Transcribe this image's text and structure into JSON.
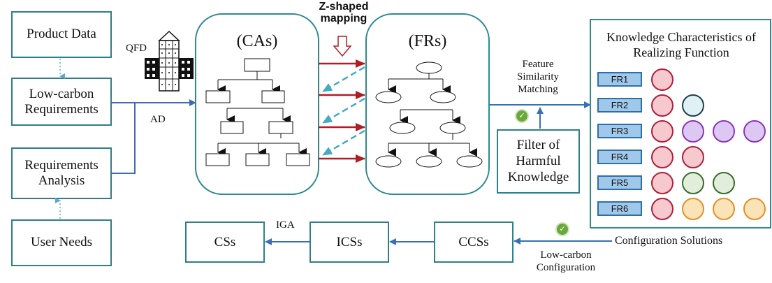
{
  "left_boxes": {
    "product_data": "Product Data",
    "low_carbon_req": [
      "Low-carbon",
      "Requirements"
    ],
    "req_analysis": [
      "Requirements",
      "Analysis"
    ],
    "user_needs": "User Needs"
  },
  "labels": {
    "qfd": "QFD",
    "ad": "AD",
    "z_mapping": [
      "Z-shaped",
      "mapping"
    ],
    "cas": "(CAs)",
    "frs": "(FRs)",
    "feature_matching": [
      "Feature",
      "Similarity",
      "Matching"
    ],
    "filter": [
      "Filter of",
      "Harmful",
      "Knowledge"
    ],
    "knowledge_title": [
      "Knowledge Characteristics of",
      "Realizing Function"
    ],
    "iga": "IGA",
    "low_carbon_config": [
      "Low-carbon",
      "Configuration"
    ],
    "config_solutions": "Configuration Solutions"
  },
  "bottom_boxes": {
    "css": "CSs",
    "icss": "ICSs",
    "ccss": "CCSs"
  },
  "fr_rows": [
    {
      "label": "FR1",
      "circles": [
        "red"
      ]
    },
    {
      "label": "FR2",
      "circles": [
        "red",
        "teal"
      ]
    },
    {
      "label": "FR3",
      "circles": [
        "red",
        "purple",
        "purple",
        "purple"
      ]
    },
    {
      "label": "FR4",
      "circles": [
        "red",
        "red"
      ]
    },
    {
      "label": "FR5",
      "circles": [
        "red",
        "green",
        "green"
      ]
    },
    {
      "label": "FR6",
      "circles": [
        "red",
        "orange",
        "orange",
        "orange"
      ]
    }
  ],
  "colors": {
    "box_border": "#2e7f8a",
    "arrow_blue": "#3a6fb5",
    "arrow_red": "#b01e24",
    "arrow_dashed": "#45a9c4",
    "panel_border": "#2e8a8f",
    "circle_fill": {
      "red": "#f6c9cf",
      "teal": "#dff1f4",
      "purple": "#dcc8f2",
      "green": "#e1eedb",
      "orange": "#fbe3b8"
    },
    "circle_stroke": {
      "red": "#b01e3a",
      "teal": "#1f3f4f",
      "purple": "#8a35b8",
      "green": "#3b6a2a",
      "orange": "#e0902a"
    }
  }
}
